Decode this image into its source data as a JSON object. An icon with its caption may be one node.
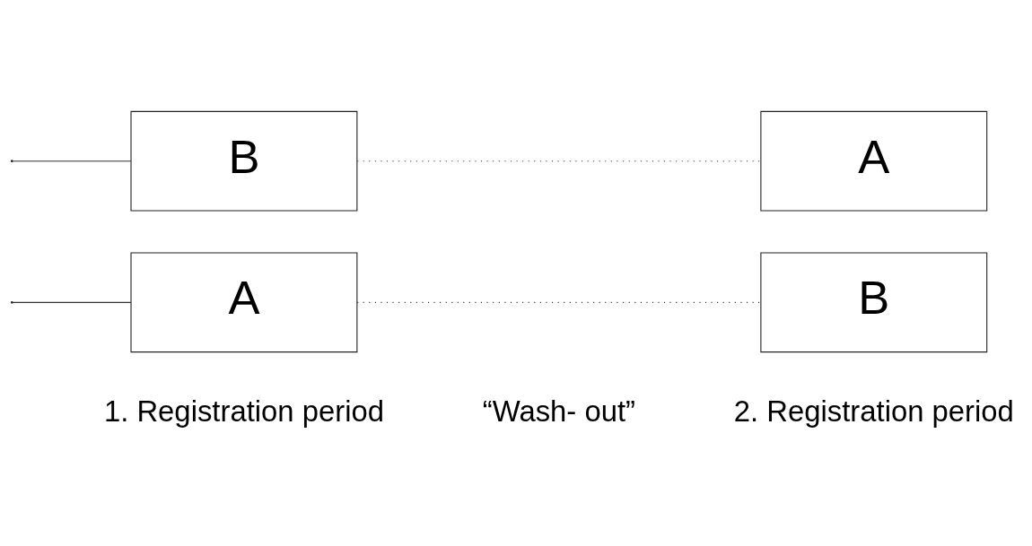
{
  "diagram": {
    "nodes": [
      {
        "text": [
          "A"
        ]
      },
      {
        "text": [
          "B"
        ]
      },
      {
        "text": [
          "A"
        ]
      },
      {
        "text": [
          "B"
        ]
      }
    ],
    "edges": [
      {
        "from": null,
        "to": 0,
        "arrow": "none"
      },
      {
        "from": null,
        "to": 1,
        "arrow": "none"
      },
      {
        "from": 0,
        "to": 3,
        "arrow": "none",
        "style": "dashed"
      },
      {
        "from": 1,
        "to": 2,
        "arrow": "none",
        "style": "dashed"
      }
    ],
    "labels": [
      "1. Registration period",
      "“Wash- out”",
      "2. Registration period"
    ]
  }
}
